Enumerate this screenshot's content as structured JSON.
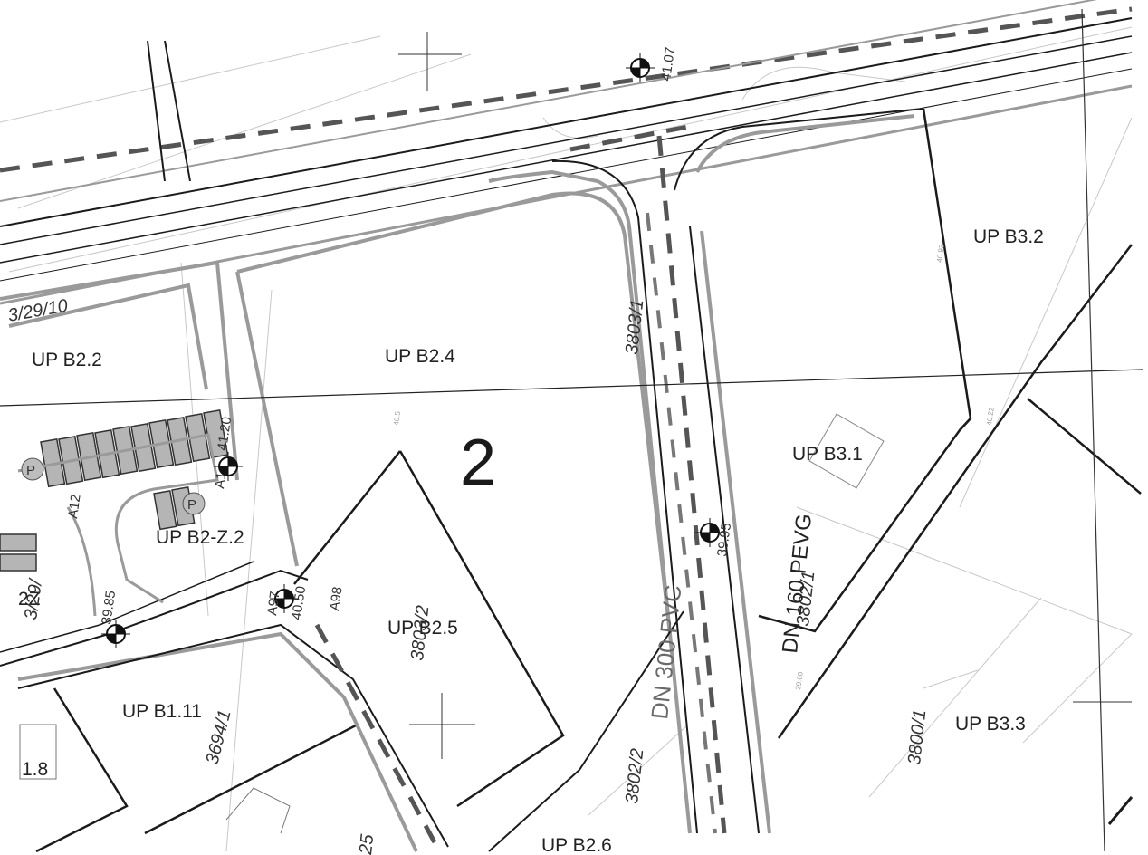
{
  "map": {
    "zones": [
      "UP B3.2",
      "UP B2.2",
      "UP B2.4",
      "UP B3.1",
      "UP B2-Z.2",
      "UP B2.5",
      "UP B1.11",
      "UP B3.3",
      "UP B2.6",
      "2Z",
      "1.8"
    ],
    "block_number": "2",
    "parcels": [
      "3803/1",
      "3802/1",
      "3803/2",
      "3694/1",
      "3802/2",
      "3800/1",
      "3/29/10",
      "3/29/",
      "25"
    ],
    "pipes": {
      "water_pipe": "DN 300 PVC",
      "gas_pipe": "DN 160 PEVG"
    },
    "survey_points": [
      {
        "id": "A1",
        "elevation": "41.20"
      },
      {
        "id": "A97",
        "elevation": "40.50"
      },
      {
        "id": "A98",
        "elevation": ""
      },
      {
        "id": "A12",
        "elevation": "39.85"
      },
      {
        "id": "",
        "elevation": "39.95"
      },
      {
        "id": "",
        "elevation": "41.07"
      }
    ],
    "parking_symbol": "P"
  }
}
